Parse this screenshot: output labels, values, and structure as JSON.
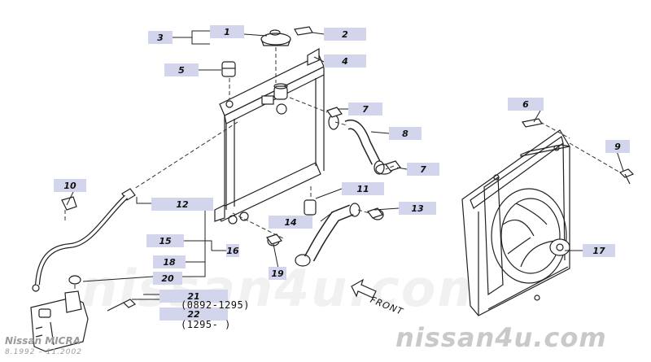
{
  "diagram": {
    "part_labels": {
      "p1": "1",
      "p2": "2",
      "p3": "3",
      "p4": "4",
      "p5": "5",
      "p6": "6",
      "p7a": "7",
      "p7b": "7",
      "p8": "8",
      "p9": "9",
      "p10": "10",
      "p11": "11",
      "p12": "12",
      "p13": "13",
      "p14": "14",
      "p15": "15",
      "p16": "16",
      "p17": "17",
      "p18": "18",
      "p19": "19",
      "p20": "20",
      "p21": "21",
      "p22": "22"
    },
    "codes": {
      "p21": "(0892-1295)",
      "p22": "(1295-        )"
    },
    "front_label": "FRONT",
    "watermark": "nissan4u.com",
    "model_name": "Nissan MICRA",
    "model_years": "8.1992 – 11.2002"
  }
}
